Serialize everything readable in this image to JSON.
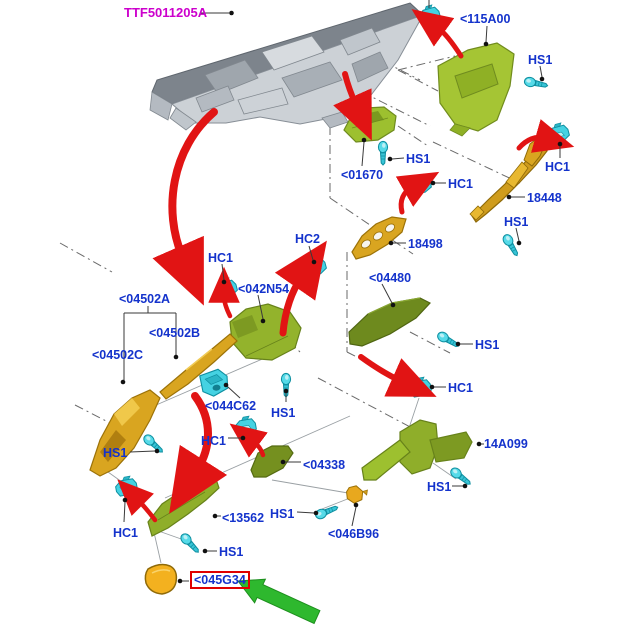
{
  "diagram": {
    "drawing_label": "TTF5011205A",
    "colors": {
      "label_blue": "#1433cc",
      "drawing_label_magenta": "#cc00cc",
      "arrow_red": "#e11414",
      "arrow_green": "#2eb82e",
      "highlight_box_red": "#e00000",
      "part_olive_green": "#9dc02f",
      "part_dark_green": "#6e8a1e",
      "part_gold": "#d9a520",
      "fastener_cyan": "#45d2e2",
      "dashboard_gray": "#ccd1d6"
    },
    "labels": {
      "ttf": "TTF5011205A",
      "p115a00": "<115A00",
      "hs1_a": "HS1",
      "p01670": "<01670",
      "hs1_b": "HS1",
      "hc1_a": "HC1",
      "p18448": "18448",
      "hc1_b": "HC1",
      "hs1_c": "HS1",
      "p18498": "18498",
      "hc2": "HC2",
      "p042n54": "<042N54",
      "hc1_e042": "HC1",
      "p04480": "<04480",
      "hs1_d": "HS1",
      "hc1_c": "HC1",
      "p04502a": "<04502A",
      "p04502b": "<04502B",
      "p04502c": "<04502C",
      "p044c62": "<044C62",
      "hs1_e": "HS1",
      "hc1_d": "HC1",
      "hs1_f": "HS1",
      "p04338": "<04338",
      "p13562": "<13562",
      "hs1_g": "HS1",
      "p14a099": "14A099",
      "hs1_h": "HS1",
      "p046b96": "<046B96",
      "hc1_f": "HC1",
      "hs1_i": "HS1",
      "p045g34": "<045G34"
    }
  }
}
